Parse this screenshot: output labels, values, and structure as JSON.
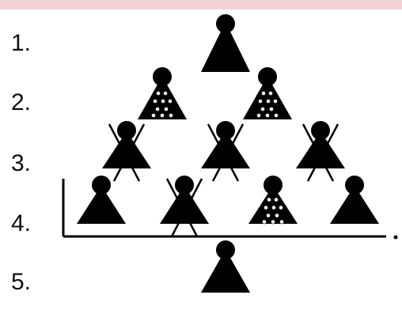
{
  "colors": {
    "figure": "#000000",
    "background": "#ffffff",
    "top_band": "#f3d2d6"
  },
  "row_labels": [
    "1.",
    "2.",
    "3.",
    "4.",
    "5."
  ],
  "figure_kinds": {
    "plain": "plain-figure-icon",
    "dotted": "dotted-dress-figure-icon",
    "crossed": "crossed-figure-icon"
  },
  "rows": [
    [
      "plain"
    ],
    [
      "dotted",
      "dotted"
    ],
    [
      "crossed",
      "crossed",
      "crossed"
    ],
    [
      "plain",
      "crossed",
      "dotted",
      "plain"
    ],
    [
      "plain"
    ]
  ]
}
